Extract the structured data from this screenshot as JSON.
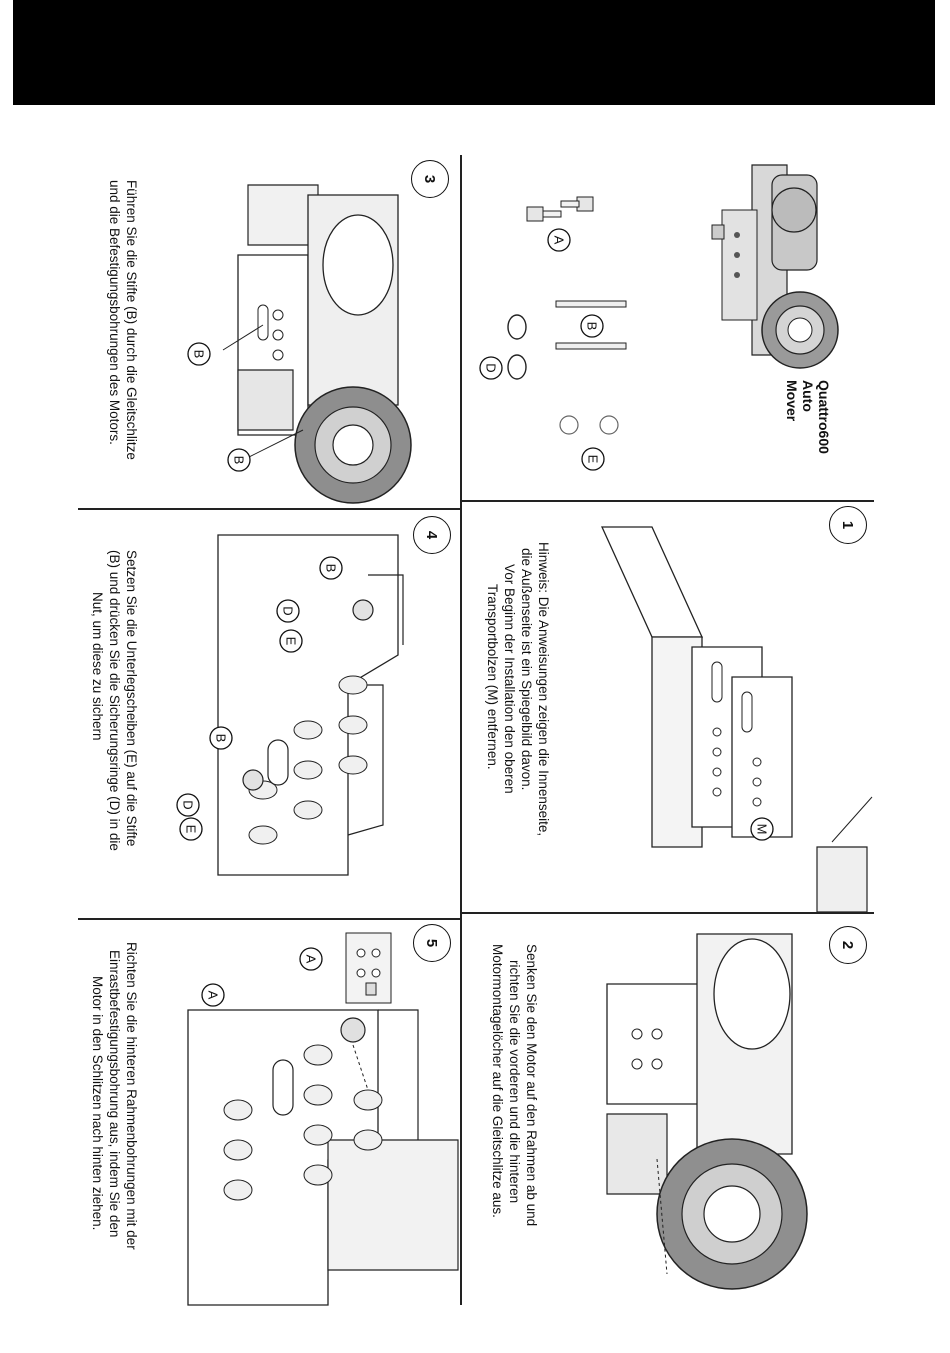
{
  "header": {
    "title": ""
  },
  "parts_panel": {
    "product_title_line1": "Quattro600",
    "product_title_line2": "Auto Mover",
    "part_labels": [
      "A",
      "B",
      "D",
      "E"
    ]
  },
  "steps": [
    {
      "number": "1",
      "caption_lines": [
        "Hinweis: Die Anweisungen zeigen die Innenseite,",
        "die Außenseite ist ein Spiegelbild davon.",
        "Vor Beginn der Installation den oberen",
        "Transportbolzen (M) entfernen."
      ],
      "labels": [
        "M"
      ]
    },
    {
      "number": "2",
      "caption_lines": [
        "Senken Sie den Motor auf den Rahmen ab und",
        "richten Sie die vorderen und die hinteren",
        "Motormontagelöcher auf die Gleitschlitze aus."
      ],
      "labels": []
    },
    {
      "number": "3",
      "caption_lines": [
        "Führen Sie die Stifte (B) durch die Gleitschlitze",
        "und die Befestigungsbohrungen des Motors."
      ],
      "labels": [
        "B",
        "B"
      ]
    },
    {
      "number": "4",
      "caption_lines": [
        "Setzen Sie die Unterlegscheiben (E) auf die Stifte",
        "(B) und drücken Sie die Sicherungsringe (D) in die",
        "Nut, um diese zu sichern"
      ],
      "labels": [
        "B",
        "D",
        "E",
        "B",
        "D",
        "E"
      ]
    },
    {
      "number": "5",
      "caption_lines": [
        "Richten Sie die hinteren Rahmenbohrungen mit der",
        "Einrastbefestigungsbohrung aus, indem Sie den",
        "Motor in den Schlitzen nach hinten ziehen."
      ],
      "labels": [
        "A",
        "A"
      ]
    }
  ]
}
